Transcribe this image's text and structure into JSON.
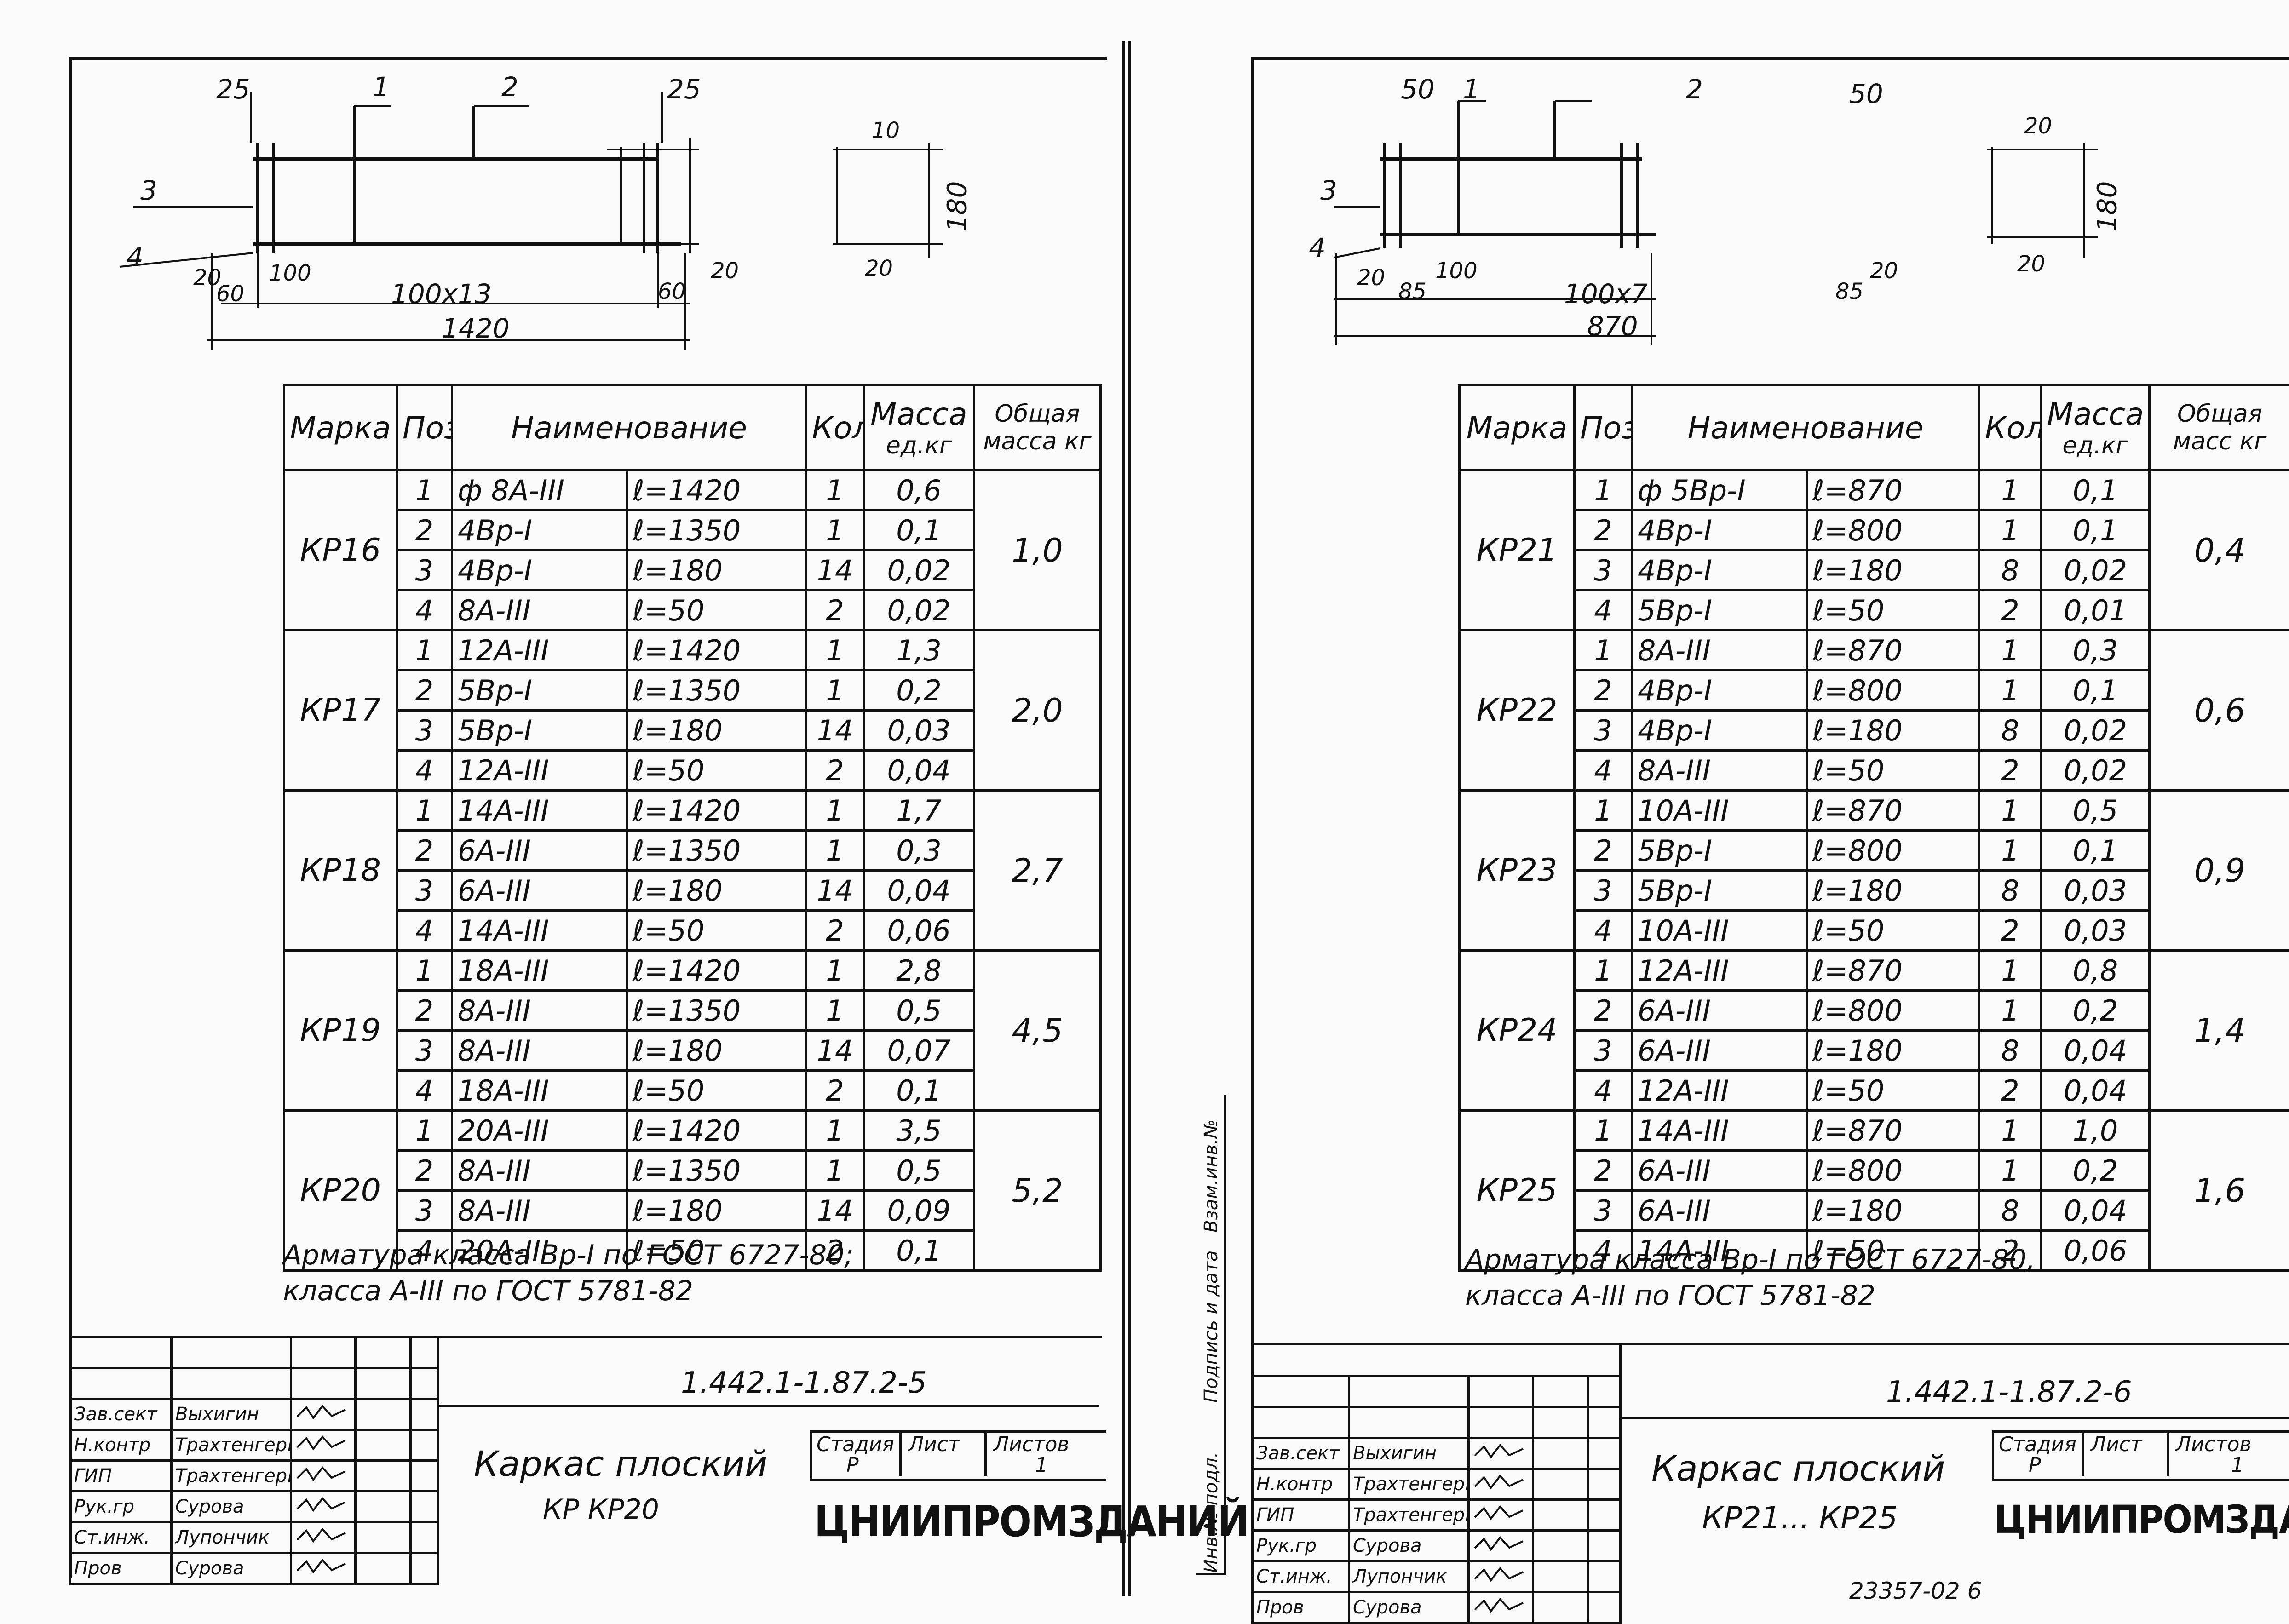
{
  "left": {
    "drawing": {
      "dims_top": [
        "25",
        "1",
        "2",
        "25"
      ],
      "dims_side": [
        "3",
        "4"
      ],
      "dims_bottom": [
        "20",
        "100",
        "60",
        "100x13",
        "60",
        "20",
        "1420"
      ],
      "section": [
        "10",
        "180",
        "20"
      ]
    },
    "headers": {
      "marka": "Марка",
      "poz": "Поз.",
      "name": "Наименование",
      "kol": "Кол.",
      "mass": "Масса",
      "mass_sub": "ед.кг",
      "total": "Общая",
      "total_sub": "масса кг"
    },
    "groups": [
      {
        "mark": "КР16",
        "total": "1,0",
        "rows": [
          {
            "pos": "1",
            "name": "ф 8А-III",
            "len": "ℓ=1420",
            "qty": "1",
            "mass": "0,6"
          },
          {
            "pos": "2",
            "name": "4Вр-I",
            "len": "ℓ=1350",
            "qty": "1",
            "mass": "0,1"
          },
          {
            "pos": "3",
            "name": "4Вр-I",
            "len": "ℓ=180",
            "qty": "14",
            "mass": "0,02"
          },
          {
            "pos": "4",
            "name": "8А-III",
            "len": "ℓ=50",
            "qty": "2",
            "mass": "0,02"
          }
        ]
      },
      {
        "mark": "КР17",
        "total": "2,0",
        "rows": [
          {
            "pos": "1",
            "name": "12А-III",
            "len": "ℓ=1420",
            "qty": "1",
            "mass": "1,3"
          },
          {
            "pos": "2",
            "name": "5Вр-I",
            "len": "ℓ=1350",
            "qty": "1",
            "mass": "0,2"
          },
          {
            "pos": "3",
            "name": "5Вр-I",
            "len": "ℓ=180",
            "qty": "14",
            "mass": "0,03"
          },
          {
            "pos": "4",
            "name": "12А-III",
            "len": "ℓ=50",
            "qty": "2",
            "mass": "0,04"
          }
        ]
      },
      {
        "mark": "КР18",
        "total": "2,7",
        "rows": [
          {
            "pos": "1",
            "name": "14А-III",
            "len": "ℓ=1420",
            "qty": "1",
            "mass": "1,7"
          },
          {
            "pos": "2",
            "name": "6А-III",
            "len": "ℓ=1350",
            "qty": "1",
            "mass": "0,3"
          },
          {
            "pos": "3",
            "name": "6А-III",
            "len": "ℓ=180",
            "qty": "14",
            "mass": "0,04"
          },
          {
            "pos": "4",
            "name": "14А-III",
            "len": "ℓ=50",
            "qty": "2",
            "mass": "0,06"
          }
        ]
      },
      {
        "mark": "КР19",
        "total": "4,5",
        "rows": [
          {
            "pos": "1",
            "name": "18А-III",
            "len": "ℓ=1420",
            "qty": "1",
            "mass": "2,8"
          },
          {
            "pos": "2",
            "name": "8А-III",
            "len": "ℓ=1350",
            "qty": "1",
            "mass": "0,5"
          },
          {
            "pos": "3",
            "name": "8А-III",
            "len": "ℓ=180",
            "qty": "14",
            "mass": "0,07"
          },
          {
            "pos": "4",
            "name": "18А-III",
            "len": "ℓ=50",
            "qty": "2",
            "mass": "0,1"
          }
        ]
      },
      {
        "mark": "КР20",
        "total": "5,2",
        "rows": [
          {
            "pos": "1",
            "name": "20А-III",
            "len": "ℓ=1420",
            "qty": "1",
            "mass": "3,5"
          },
          {
            "pos": "2",
            "name": "8А-III",
            "len": "ℓ=1350",
            "qty": "1",
            "mass": "0,5"
          },
          {
            "pos": "3",
            "name": "8А-III",
            "len": "ℓ=180",
            "qty": "14",
            "mass": "0,09"
          },
          {
            "pos": "4",
            "name": "20А-III",
            "len": "ℓ=50",
            "qty": "2",
            "mass": "0,1"
          }
        ]
      }
    ],
    "note": [
      "Арматура класса Вр-I по ГОСТ 6727-80;",
      "класса А-III по ГОСТ 5781-82"
    ],
    "stamp": {
      "roles": [
        "Зав.сект",
        "Н.контр",
        "ГИП",
        "Рук.гр",
        "Ст.инж.",
        "Пров"
      ],
      "people": [
        "Выхигин",
        "Трахтенгерц",
        "Трахтенгерц",
        "Сурова",
        "Лупончик",
        "Сурова"
      ],
      "code": "1.442.1-1.87.2-5",
      "title1": "Каркас плоский",
      "title2": "КР     КР20",
      "stage_label": "Стадия",
      "sheet_label": "Лист",
      "sheets_label": "Листов",
      "stage": "Р",
      "sheets": "1",
      "org": "ЦНИИПРОМЗДАНИЙ"
    }
  },
  "right": {
    "drawing": {
      "dims_top": [
        "50",
        "1",
        "2",
        "50"
      ],
      "dims_side": [
        "3",
        "4"
      ],
      "dims_bottom": [
        "20",
        "85",
        "100",
        "100x7",
        "85",
        "20",
        "870"
      ],
      "section": [
        "20",
        "180",
        "20"
      ]
    },
    "headers": {
      "marka": "Марка",
      "poz": "Поз.",
      "name": "Наименование",
      "kol": "Кол.",
      "mass": "Масса",
      "mass_sub": "ед.кг",
      "total": "Общая",
      "total_sub": "масс кг"
    },
    "groups": [
      {
        "mark": "КР21",
        "total": "0,4",
        "rows": [
          {
            "pos": "1",
            "name": "ф 5Вр-I",
            "len": "ℓ=870",
            "qty": "1",
            "mass": "0,1"
          },
          {
            "pos": "2",
            "name": "4Вр-I",
            "len": "ℓ=800",
            "qty": "1",
            "mass": "0,1"
          },
          {
            "pos": "3",
            "name": "4Вр-I",
            "len": "ℓ=180",
            "qty": "8",
            "mass": "0,02"
          },
          {
            "pos": "4",
            "name": "5Вр-I",
            "len": "ℓ=50",
            "qty": "2",
            "mass": "0,01"
          }
        ]
      },
      {
        "mark": "КР22",
        "total": "0,6",
        "rows": [
          {
            "pos": "1",
            "name": "8А-III",
            "len": "ℓ=870",
            "qty": "1",
            "mass": "0,3"
          },
          {
            "pos": "2",
            "name": "4Вр-I",
            "len": "ℓ=800",
            "qty": "1",
            "mass": "0,1"
          },
          {
            "pos": "3",
            "name": "4Вр-I",
            "len": "ℓ=180",
            "qty": "8",
            "mass": "0,02"
          },
          {
            "pos": "4",
            "name": "8А-III",
            "len": "ℓ=50",
            "qty": "2",
            "mass": "0,02"
          }
        ]
      },
      {
        "mark": "КР23",
        "total": "0,9",
        "rows": [
          {
            "pos": "1",
            "name": "10А-III",
            "len": "ℓ=870",
            "qty": "1",
            "mass": "0,5"
          },
          {
            "pos": "2",
            "name": "5Вр-I",
            "len": "ℓ=800",
            "qty": "1",
            "mass": "0,1"
          },
          {
            "pos": "3",
            "name": "5Вр-I",
            "len": "ℓ=180",
            "qty": "8",
            "mass": "0,03"
          },
          {
            "pos": "4",
            "name": "10А-III",
            "len": "ℓ=50",
            "qty": "2",
            "mass": "0,03"
          }
        ]
      },
      {
        "mark": "КР24",
        "total": "1,4",
        "rows": [
          {
            "pos": "1",
            "name": "12А-III",
            "len": "ℓ=870",
            "qty": "1",
            "mass": "0,8"
          },
          {
            "pos": "2",
            "name": "6А-III",
            "len": "ℓ=800",
            "qty": "1",
            "mass": "0,2"
          },
          {
            "pos": "3",
            "name": "6А-III",
            "len": "ℓ=180",
            "qty": "8",
            "mass": "0,04"
          },
          {
            "pos": "4",
            "name": "12А-III",
            "len": "ℓ=50",
            "qty": "2",
            "mass": "0,04"
          }
        ]
      },
      {
        "mark": "КР25",
        "total": "1,6",
        "rows": [
          {
            "pos": "1",
            "name": "14А-III",
            "len": "ℓ=870",
            "qty": "1",
            "mass": "1,0"
          },
          {
            "pos": "2",
            "name": "6А-III",
            "len": "ℓ=800",
            "qty": "1",
            "mass": "0,2"
          },
          {
            "pos": "3",
            "name": "6А-III",
            "len": "ℓ=180",
            "qty": "8",
            "mass": "0,04"
          },
          {
            "pos": "4",
            "name": "14А-III",
            "len": "ℓ=50",
            "qty": "2",
            "mass": "0,06"
          }
        ]
      }
    ],
    "note": [
      "Арматура класса Вр-I по ГОСТ 6727-80,",
      "класса А-III по ГОСТ 5781-82"
    ],
    "stamp": {
      "roles": [
        "Зав.сект",
        "Н.контр",
        "ГИП",
        "Рук.гр",
        "Ст.инж.",
        "Пров"
      ],
      "people": [
        "Выхигин",
        "Трахтенгерц",
        "Трахтенгерц",
        "Сурова",
        "Лупончик",
        "Сурова"
      ],
      "code": "1.442.1-1.87.2-6",
      "title1": "Каркас плоский",
      "title2": "КР21... КР25",
      "stage_label": "Стадия",
      "sheet_label": "Лист",
      "sheets_label": "Листов",
      "stage": "Р",
      "sheets": "1",
      "org": "ЦНИИПРОМЗДАНИЙ",
      "side_labels": [
        "Инв.№ подл.",
        "Подпись и дата",
        "Взам.инв.№"
      ]
    },
    "footer": "23357-02  6"
  }
}
